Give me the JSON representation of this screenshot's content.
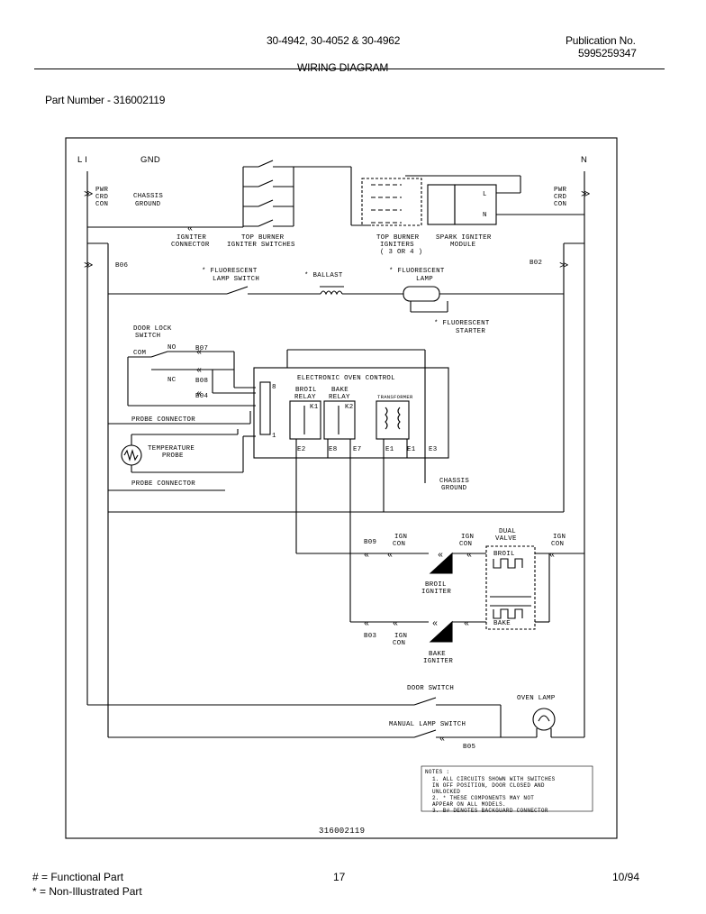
{
  "header": {
    "models": "30-4942, 30-4052 & 30-4962",
    "title": "WIRING DIAGRAM",
    "publication_label": "Publication No.",
    "publication_number": "5995259347",
    "part_number": "Part Number - 316002119"
  },
  "diagram": {
    "l1": "L I",
    "gnd": "GND",
    "n": "N",
    "pwr_left": [
      "PWR",
      "CRD",
      "CON"
    ],
    "pwr_right": [
      "PWR",
      "CRD",
      "CON"
    ],
    "chassis_ground": [
      "CHASSIS",
      "GROUND"
    ],
    "igniter_connector": [
      "IGNITER",
      "CONNECTOR"
    ],
    "top_burner_switches": [
      "TOP BURNER",
      "IGNITER SWITCHES"
    ],
    "top_burner_igniters": [
      "TOP BURNER",
      "IGNITERS",
      "( 3 OR 4 )"
    ],
    "spark_module": [
      "SPARK IGNITER",
      "MODULE"
    ],
    "module_l": "L",
    "module_n": "N",
    "b06": "B06",
    "b02": "B02",
    "fluor_switch": [
      "* FLUORESCENT",
      "LAMP SWITCH"
    ],
    "ballast": "* BALLAST",
    "fluor_lamp": [
      "* FLUORESCENT",
      "LAMP"
    ],
    "fluor_starter": [
      "* FLUORESCENT",
      "STARTER"
    ],
    "door_lock_switch": [
      "DOOR LOCK",
      "SWITCH"
    ],
    "com": "COM",
    "no": "NO",
    "nc": "NC",
    "b07": "B07",
    "b08": "B08",
    "b04": "B04",
    "eoc": "ELECTRONIC OVEN CONTROL",
    "broil_relay": [
      "BROIL",
      "RELAY"
    ],
    "bake_relay": [
      "BAKE",
      "RELAY"
    ],
    "transformer": "TRANSFORMER",
    "pin8": "8",
    "pin1": "1",
    "k1": "K1",
    "k2": "K2",
    "e2": "E2",
    "e8": "E8",
    "e7": "E7",
    "e1": "E1",
    "e1b": "E1",
    "e3": "E3",
    "probe_connector_top": "PROBE CONNECTOR",
    "temperature_probe": [
      "TEMPERATURE",
      "PROBE"
    ],
    "probe_connector_bottom": "PROBE CONNECTOR",
    "chassis_ground2": [
      "CHASSIS",
      "GROUND"
    ],
    "b09": "B09",
    "ign_con_1": [
      "IGN",
      "CON"
    ],
    "ign_con_2": [
      "IGN",
      "CON"
    ],
    "dual_valve": [
      "DUAL",
      "VALVE"
    ],
    "ign_con_3": [
      "IGN",
      "CON"
    ],
    "broil": "BROIL",
    "broil_igniter": [
      "BROIL",
      "IGNITER"
    ],
    "bake": "BAKE",
    "b03": "B03",
    "ign_con_4": [
      "IGN",
      "CON"
    ],
    "bake_igniter": [
      "BAKE",
      "IGNITER"
    ],
    "door_switch": "DOOR SWITCH",
    "oven_lamp": "OVEN LAMP",
    "manual_lamp_switch": "MANUAL LAMP SWITCH",
    "b05": "B05",
    "notes_title": "NOTES :",
    "notes": [
      "1.   ALL CIRCUITS SHOWN WITH SWITCHES",
      "     IN OFF POSITION, DOOR CLOSED AND",
      "     UNLOCKED",
      "2.   * THESE COMPONENTS MAY NOT",
      "     APPEAR ON ALL MODELS.",
      "3.   B# DENOTES BACKGUARD CONNECTOR"
    ],
    "drawing_number": "316002119"
  },
  "footer": {
    "functional": "# = Functional Part",
    "non_illustrated": "* = Non-Illustrated Part",
    "page": "17",
    "date": "10/94"
  }
}
